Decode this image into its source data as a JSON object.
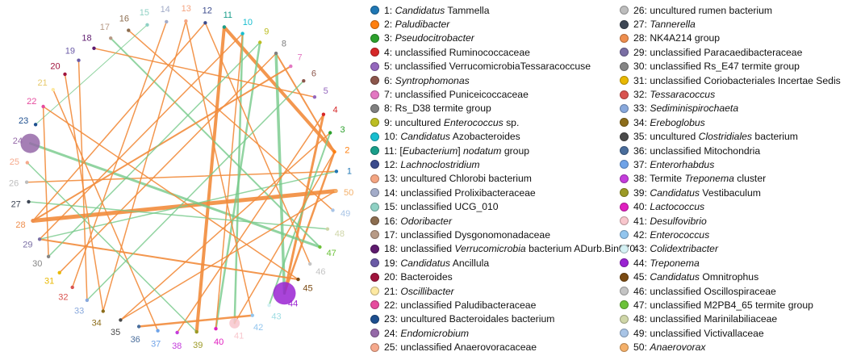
{
  "nodes": [
    {
      "id": 1,
      "parts": [
        [
          "1: ",
          false
        ],
        [
          "Candidatus",
          true
        ],
        [
          " Tammella",
          false
        ]
      ],
      "color": "#1f77b4"
    },
    {
      "id": 2,
      "parts": [
        [
          "2: ",
          false
        ],
        [
          "Paludibacter",
          true
        ]
      ],
      "color": "#ff7f0e"
    },
    {
      "id": 3,
      "parts": [
        [
          "3: ",
          false
        ],
        [
          "Pseudocitrobacter",
          true
        ]
      ],
      "color": "#2ca02c"
    },
    {
      "id": 4,
      "parts": [
        [
          "4: unclassified Ruminococcaceae",
          false
        ]
      ],
      "color": "#d62728"
    },
    {
      "id": 5,
      "parts": [
        [
          "5: unclassified VerrucomicrobiaTessaracoccuse",
          false
        ]
      ],
      "color": "#9467bd"
    },
    {
      "id": 6,
      "parts": [
        [
          "6: ",
          false
        ],
        [
          "Syntrophomonas",
          true
        ]
      ],
      "color": "#8c564b"
    },
    {
      "id": 7,
      "parts": [
        [
          "7: unclassified Puniceicoccaceae",
          false
        ]
      ],
      "color": "#e377c2"
    },
    {
      "id": 8,
      "parts": [
        [
          "8: Rs_D38 termite group",
          false
        ]
      ],
      "color": "#7f7f7f"
    },
    {
      "id": 9,
      "parts": [
        [
          "9: uncultured ",
          false
        ],
        [
          "Enterococcus",
          true
        ],
        [
          " sp.",
          false
        ]
      ],
      "color": "#bcbd22"
    },
    {
      "id": 10,
      "parts": [
        [
          "10: ",
          false
        ],
        [
          "Candidatus",
          true
        ],
        [
          " Azobacteroides",
          false
        ]
      ],
      "color": "#17becf"
    },
    {
      "id": 11,
      "parts": [
        [
          "11: [",
          false
        ],
        [
          "Eubacterium",
          true
        ],
        [
          "] ",
          false
        ],
        [
          "nodatum",
          true
        ],
        [
          " group",
          false
        ]
      ],
      "color": "#1a9e8a"
    },
    {
      "id": 12,
      "parts": [
        [
          "12: ",
          false
        ],
        [
          "Lachnoclostridium",
          true
        ]
      ],
      "color": "#3b4b8c"
    },
    {
      "id": 13,
      "parts": [
        [
          "13: uncultured Chlorobi bacterium",
          false
        ]
      ],
      "color": "#f4a582"
    },
    {
      "id": 14,
      "parts": [
        [
          "14: unclassified Prolixibacteraceae",
          false
        ]
      ],
      "color": "#a3acc9"
    },
    {
      "id": 15,
      "parts": [
        [
          "15: unclassified UCG_010",
          false
        ]
      ],
      "color": "#8fd1c4"
    },
    {
      "id": 16,
      "parts": [
        [
          "16: ",
          false
        ],
        [
          "Odoribacter",
          true
        ]
      ],
      "color": "#8c6d4f"
    },
    {
      "id": 17,
      "parts": [
        [
          "17: unclassified Dysgonomonadaceae",
          false
        ]
      ],
      "color": "#b79a86"
    },
    {
      "id": 18,
      "parts": [
        [
          "18: unclassified ",
          false
        ],
        [
          "Verrucomicrobia",
          true
        ],
        [
          " bacterium ADurb.Bin070",
          false
        ]
      ],
      "color": "#5e1a6e"
    },
    {
      "id": 19,
      "parts": [
        [
          "19: ",
          false
        ],
        [
          "Candidatus",
          true
        ],
        [
          " Ancillula",
          false
        ]
      ],
      "color": "#6a5aa6"
    },
    {
      "id": 20,
      "parts": [
        [
          "20: Bacteroides",
          false
        ]
      ],
      "color": "#a0133c"
    },
    {
      "id": 21,
      "parts": [
        [
          "21: ",
          false
        ],
        [
          "Oscillibacter",
          true
        ]
      ],
      "color": "#fde9a2"
    },
    {
      "id": 22,
      "parts": [
        [
          "22: unclassified Paludibacteraceae",
          false
        ]
      ],
      "color": "#e64b9e"
    },
    {
      "id": 23,
      "parts": [
        [
          "23: uncultured Bacteroidales bacterium",
          false
        ]
      ],
      "color": "#1d4f8f"
    },
    {
      "id": 24,
      "parts": [
        [
          "24: ",
          false
        ],
        [
          "Endomicrobium",
          true
        ]
      ],
      "color": "#9569a8"
    },
    {
      "id": 25,
      "parts": [
        [
          "25: unclassified Anaerovoracaceae",
          false
        ]
      ],
      "color": "#f6a98c"
    },
    {
      "id": 26,
      "parts": [
        [
          "26: uncultured rumen bacterium",
          false
        ]
      ],
      "color": "#bdbdbd"
    },
    {
      "id": 27,
      "parts": [
        [
          "27: ",
          false
        ],
        [
          "Tannerella",
          true
        ]
      ],
      "color": "#3d4654"
    },
    {
      "id": 28,
      "parts": [
        [
          "28: NK4A214 group",
          false
        ]
      ],
      "color": "#ee8e4e"
    },
    {
      "id": 29,
      "parts": [
        [
          "29: unclassified Paracaedibacteraceae",
          false
        ]
      ],
      "color": "#7a6fa4"
    },
    {
      "id": 30,
      "parts": [
        [
          "30: unclassified Rs_E47 termite group",
          false
        ]
      ],
      "color": "#858585"
    },
    {
      "id": 31,
      "parts": [
        [
          "31: unclassified Coriobacteriales Incertae Sedis",
          false
        ]
      ],
      "color": "#e9b800"
    },
    {
      "id": 32,
      "parts": [
        [
          "32: ",
          false
        ],
        [
          "Tessaracoccus",
          true
        ]
      ],
      "color": "#d9534f"
    },
    {
      "id": 33,
      "parts": [
        [
          "33: ",
          false
        ],
        [
          "Sediminispirochaeta",
          true
        ]
      ],
      "color": "#88a8dc"
    },
    {
      "id": 34,
      "parts": [
        [
          "34: ",
          false
        ],
        [
          "Ereboglobus",
          true
        ]
      ],
      "color": "#8d6d1b"
    },
    {
      "id": 35,
      "parts": [
        [
          "35: uncultured ",
          false
        ],
        [
          "Clostridiales",
          true
        ],
        [
          " bacterium",
          false
        ]
      ],
      "color": "#4a4a4a"
    },
    {
      "id": 36,
      "parts": [
        [
          "36: unclassified Mitochondria",
          false
        ]
      ],
      "color": "#4a6d9b"
    },
    {
      "id": 37,
      "parts": [
        [
          "37: ",
          false
        ],
        [
          "Enterorhabdus",
          true
        ]
      ],
      "color": "#6fa3e8"
    },
    {
      "id": 38,
      "parts": [
        [
          "38: Termite ",
          false
        ],
        [
          "Treponema",
          true
        ],
        [
          " cluster",
          false
        ]
      ],
      "color": "#c43ddc"
    },
    {
      "id": 39,
      "parts": [
        [
          "39: ",
          false
        ],
        [
          "Candidatus",
          true
        ],
        [
          " Vestibaculum",
          false
        ]
      ],
      "color": "#9c9a26"
    },
    {
      "id": 40,
      "parts": [
        [
          "40: ",
          false
        ],
        [
          "Lactococcus",
          true
        ]
      ],
      "color": "#e01fc0"
    },
    {
      "id": 41,
      "parts": [
        [
          "41: ",
          false
        ],
        [
          "Desulfovibrio",
          true
        ]
      ],
      "color": "#f8c6cc"
    },
    {
      "id": 42,
      "parts": [
        [
          "42: ",
          false
        ],
        [
          "Enterococcus",
          true
        ]
      ],
      "color": "#92c5ee"
    },
    {
      "id": 43,
      "parts": [
        [
          "43: ",
          false
        ],
        [
          "Colidextribacter",
          true
        ]
      ],
      "color": "#d4f1f4"
    },
    {
      "id": 44,
      "parts": [
        [
          "44: ",
          false
        ],
        [
          "Treponema",
          true
        ]
      ],
      "color": "#9a23d2"
    },
    {
      "id": 45,
      "parts": [
        [
          "45: ",
          false
        ],
        [
          "Candidatus",
          true
        ],
        [
          " Omnitrophus",
          false
        ]
      ],
      "color": "#7a4a12"
    },
    {
      "id": 46,
      "parts": [
        [
          "46: unclassified Oscillospiraceae",
          false
        ]
      ],
      "color": "#c4c4c4"
    },
    {
      "id": 47,
      "parts": [
        [
          "47: unclassified M2PB4_65 termite group",
          false
        ]
      ],
      "color": "#6cc23a"
    },
    {
      "id": 48,
      "parts": [
        [
          "48: unclassified Marinilabiliaceae",
          false
        ]
      ],
      "color": "#cfd6a8"
    },
    {
      "id": 49,
      "parts": [
        [
          "49: unclassified Victivallaceae",
          false
        ]
      ],
      "color": "#a8c4e6"
    },
    {
      "id": 50,
      "parts": [
        [
          "50: ",
          false
        ],
        [
          "Anaerovorax",
          true
        ]
      ],
      "color": "#f4b06a"
    }
  ],
  "big_nodes": [
    {
      "id": 24,
      "size": 2.4
    },
    {
      "id": 44,
      "size": 2.8
    },
    {
      "id": 41,
      "size": 1.3
    }
  ],
  "edge_colors": {
    "positive": "#f28c3c",
    "negative": "#76c98a"
  },
  "edges": [
    {
      "from": 1,
      "to": 26,
      "weight": 1.5,
      "sign": "positive"
    },
    {
      "from": 50,
      "to": 28,
      "weight": 5,
      "sign": "positive"
    },
    {
      "from": 4,
      "to": 44,
      "weight": 3,
      "sign": "positive"
    },
    {
      "from": 2,
      "to": 11,
      "weight": 4,
      "sign": "positive"
    },
    {
      "from": 2,
      "to": 44,
      "weight": 2.5,
      "sign": "positive"
    },
    {
      "from": 2,
      "to": 8,
      "weight": 2,
      "sign": "positive"
    },
    {
      "from": 3,
      "to": 43,
      "weight": 2,
      "sign": "negative"
    },
    {
      "from": 9,
      "to": 40,
      "weight": 2.5,
      "sign": "negative"
    },
    {
      "from": 10,
      "to": 41,
      "weight": 2.5,
      "sign": "negative"
    },
    {
      "from": 11,
      "to": 39,
      "weight": 4,
      "sign": "positive"
    },
    {
      "from": 8,
      "to": 44,
      "weight": 3.5,
      "sign": "negative"
    },
    {
      "from": 17,
      "to": 47,
      "weight": 2,
      "sign": "negative"
    },
    {
      "from": 18,
      "to": 5,
      "weight": 1.5,
      "sign": "positive"
    },
    {
      "from": 24,
      "to": 47,
      "weight": 3,
      "sign": "negative"
    },
    {
      "from": 23,
      "to": 15,
      "weight": 1,
      "sign": "negative"
    },
    {
      "from": 21,
      "to": 37,
      "weight": 1.5,
      "sign": "positive"
    },
    {
      "from": 16,
      "to": 49,
      "weight": 1.5,
      "sign": "positive"
    },
    {
      "from": 13,
      "to": 34,
      "weight": 1.5,
      "sign": "positive"
    },
    {
      "from": 12,
      "to": 46,
      "weight": 1.5,
      "sign": "positive"
    },
    {
      "from": 28,
      "to": 7,
      "weight": 2,
      "sign": "positive"
    },
    {
      "from": 29,
      "to": 10,
      "weight": 1.5,
      "sign": "positive"
    },
    {
      "from": 29,
      "to": 45,
      "weight": 2,
      "sign": "positive"
    },
    {
      "from": 29,
      "to": 1,
      "weight": 1.5,
      "sign": "negative"
    },
    {
      "from": 30,
      "to": 9,
      "weight": 1.5,
      "sign": "negative"
    },
    {
      "from": 31,
      "to": 8,
      "weight": 1.5,
      "sign": "positive"
    },
    {
      "from": 32,
      "to": 14,
      "weight": 1.5,
      "sign": "positive"
    },
    {
      "from": 33,
      "to": 19,
      "weight": 1.5,
      "sign": "positive"
    },
    {
      "from": 35,
      "to": 3,
      "weight": 1.5,
      "sign": "positive"
    },
    {
      "from": 36,
      "to": 42,
      "weight": 2.5,
      "sign": "positive"
    },
    {
      "from": 38,
      "to": 4,
      "weight": 1.5,
      "sign": "positive"
    },
    {
      "from": 40,
      "to": 10,
      "weight": 1.5,
      "sign": "positive"
    },
    {
      "from": 41,
      "to": 2,
      "weight": 1.5,
      "sign": "positive"
    },
    {
      "from": 42,
      "to": 13,
      "weight": 1.5,
      "sign": "positive"
    },
    {
      "from": 27,
      "to": 48,
      "weight": 1.5,
      "sign": "negative"
    },
    {
      "from": 22,
      "to": 30,
      "weight": 1.5,
      "sign": "positive"
    },
    {
      "from": 25,
      "to": 39,
      "weight": 1.5,
      "sign": "negative"
    },
    {
      "from": 34,
      "to": 20,
      "weight": 1.5,
      "sign": "positive"
    },
    {
      "from": 6,
      "to": 33,
      "weight": 1.5,
      "sign": "negative"
    },
    {
      "from": 45,
      "to": 22,
      "weight": 1.5,
      "sign": "positive"
    },
    {
      "from": 50,
      "to": 35,
      "weight": 1.5,
      "sign": "positive"
    },
    {
      "from": 12,
      "to": 28,
      "weight": 1.5,
      "sign": "positive"
    }
  ]
}
